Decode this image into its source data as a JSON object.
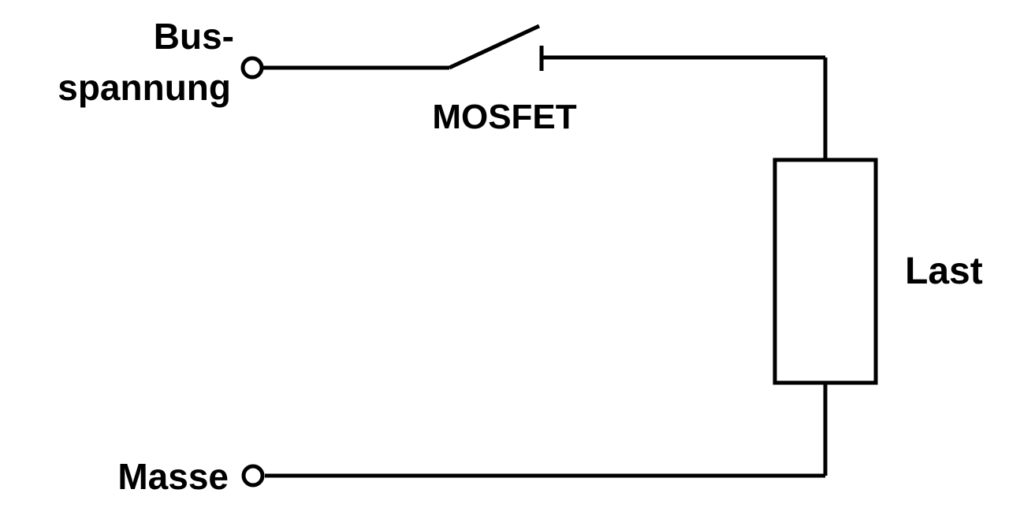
{
  "diagram": {
    "title": "MOSFET high-side switch circuit with load",
    "labels": {
      "bus_line1": "Bus-",
      "bus_line2": "spannung",
      "mosfet": "MOSFET",
      "last": "Last",
      "masse": "Masse"
    },
    "components": {
      "switch": "open switch symbol representing MOSFET",
      "load": "rectangular load (Last) element",
      "terminal_top": "open circle terminal for bus voltage",
      "terminal_bottom": "open circle terminal for ground (Masse)"
    },
    "colors": {
      "line": "#000000",
      "background": "#ffffff",
      "text": "#000000"
    }
  }
}
